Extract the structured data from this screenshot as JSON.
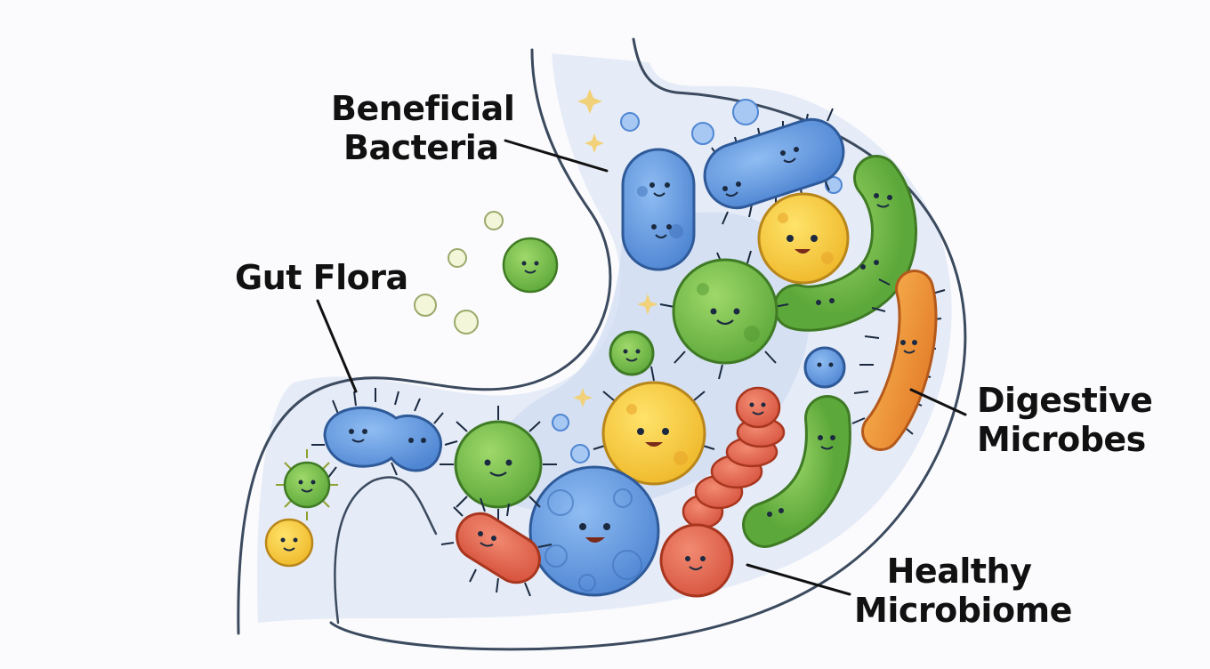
{
  "labels": {
    "beneficial": [
      "Beneficial",
      "Bacteria"
    ],
    "gut_flora": [
      "Gut Flora"
    ],
    "digestive": [
      "Digestive",
      "Microbes"
    ],
    "healthy": [
      "Healthy",
      "Microbiome"
    ]
  },
  "colors": {
    "outline": "#3b4a5e",
    "lining": "#dde6f4",
    "blue": "#6a9de0",
    "green": "#7cbf4a",
    "yellow": "#f6cf3c",
    "red": "#e56b55",
    "orange": "#ef9a3a",
    "leader": "#111111"
  }
}
